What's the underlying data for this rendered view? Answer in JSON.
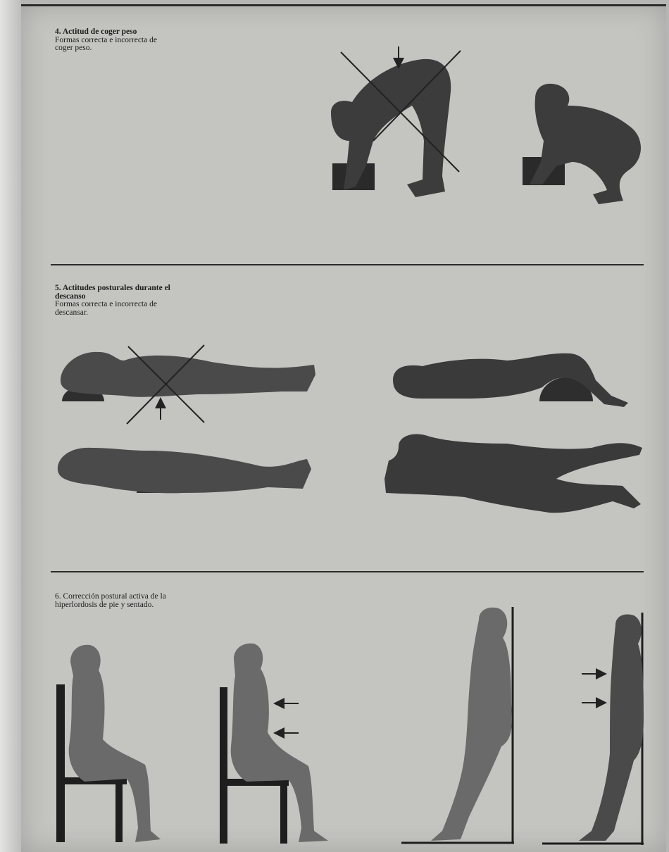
{
  "sections": [
    {
      "heading": "4. Actitud de coger peso",
      "body": "Formas correcta e incorrecta de coger peso."
    },
    {
      "heading": "5. Actitudes posturales durante el descanso",
      "body": "Formas correcta e incorrecta de descansar."
    },
    {
      "heading": "",
      "body": "6. Corrección postural activa de la hiperlordosis de pie y sentado."
    }
  ],
  "colors": {
    "paper": "#c4c4c1",
    "figure_dark": "#3c3c3c",
    "figure_mid": "#5a5a5a",
    "ink": "#1c1c1c"
  },
  "icons": [
    "cross-mark-icon",
    "arrow-down-icon",
    "arrow-up-icon",
    "arrow-left-icon"
  ]
}
